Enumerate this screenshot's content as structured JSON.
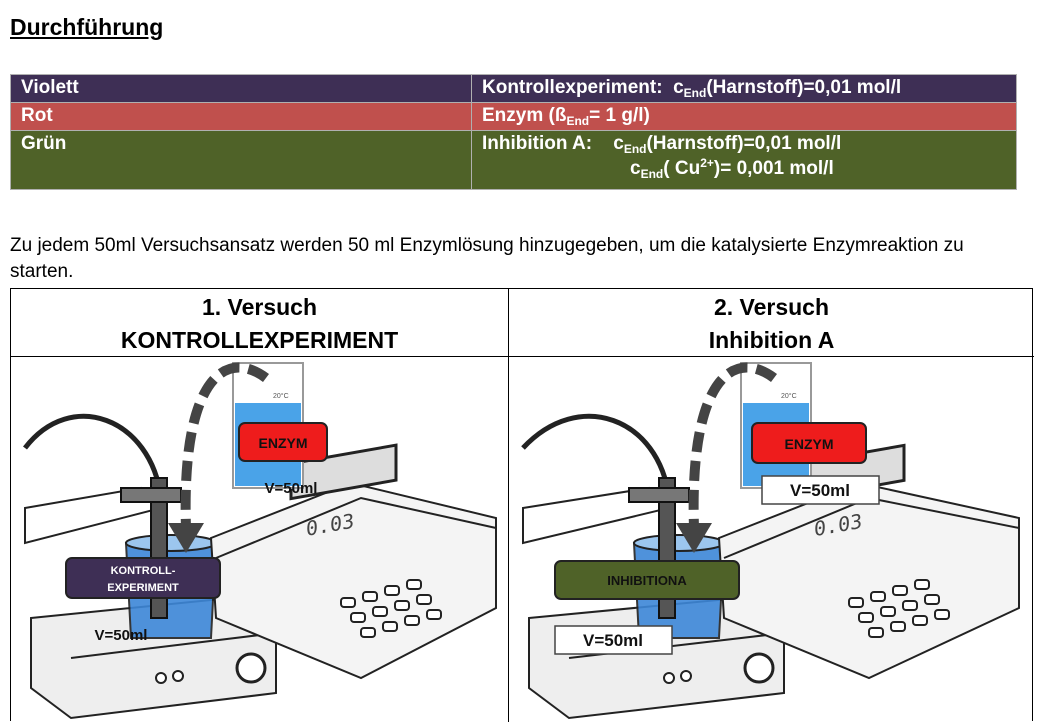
{
  "heading": "Durchführung",
  "legend": {
    "rows": [
      {
        "color_name": "Violett",
        "bg": "#3e2f55",
        "desc_prefix": "Kontrollexperiment:",
        "c_sym": "c",
        "c_sub": "End",
        "c_text": "(Harnstoff)=0,01 mol/l"
      },
      {
        "color_name": "Rot",
        "bg": "#c0504d",
        "desc_prefix": "Enzym (ß",
        "beta_sub": "End",
        "desc_suffix": "= 1 g/l)"
      },
      {
        "color_name": "Grün",
        "bg": "#4f6228",
        "desc_prefix": "Inhibition A:",
        "c1_sym": "c",
        "c1_sub": "End",
        "c1_text": "(Harnstoff)=0,01 mol/l",
        "c2_sym": "c",
        "c2_sub": "End",
        "c2_text_a": "( Cu",
        "c2_sup": "2+",
        "c2_text_b": ")= 0,001 mol/l"
      }
    ]
  },
  "intro": " Zu jedem 50ml Versuchsansatz werden 50 ml Enzymlösung hinzugegeben, um die katalysierte Enzymreaktion zu starten.",
  "trials": [
    {
      "title": "1. Versuch",
      "subtitle": "KONTROLLEXPERIMENT",
      "enzyme_label": "ENZYM",
      "enzyme_volume": "V=50ml",
      "sample_label_1": "KONTROLL-",
      "sample_label_2": "EXPERIMENT",
      "sample_color": "#3e2f55",
      "sample_volume": "V=50ml",
      "display": "0.03",
      "cylinder_mark": "20°C"
    },
    {
      "title": "2. Versuch",
      "subtitle": "Inhibition A",
      "enzyme_label": "ENZYM",
      "enzyme_volume": "V=50ml",
      "sample_label": "INHIBITIONA",
      "sample_color": "#4f6228",
      "sample_volume": "V=50ml",
      "display": "0.03",
      "cylinder_mark": "20°C"
    }
  ]
}
